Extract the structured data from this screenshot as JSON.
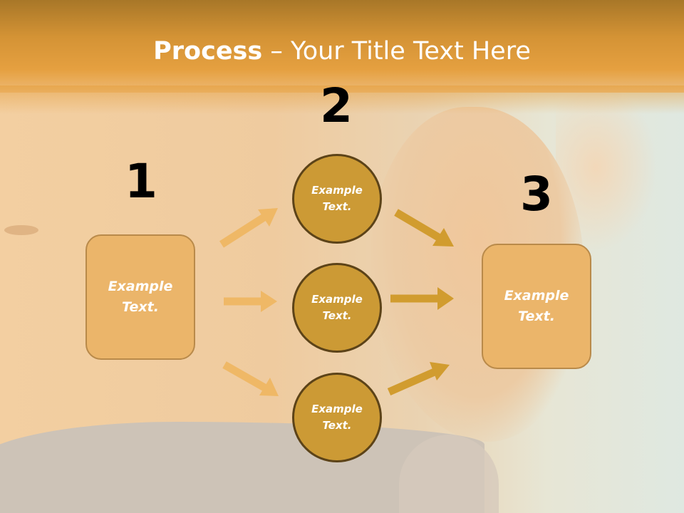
{
  "slide": {
    "title_bold": "Process",
    "title_rest": " – Your Title Text Here",
    "colors": {
      "header": "#e5a040",
      "box_fill": "#ebb56a",
      "circle_fill": "#cc9a35",
      "circle_border": "#5c4318",
      "arrow_light": "#efb866",
      "arrow_dark": "#d19c2f"
    }
  },
  "steps": {
    "n1": "1",
    "n2": "2",
    "n3": "3"
  },
  "left_box": {
    "text": "Example\nText."
  },
  "circles": [
    {
      "text": "Example\nText."
    },
    {
      "text": "Example\nText."
    },
    {
      "text": "Example\nText."
    }
  ],
  "right_box": {
    "text": "Example\nText."
  }
}
